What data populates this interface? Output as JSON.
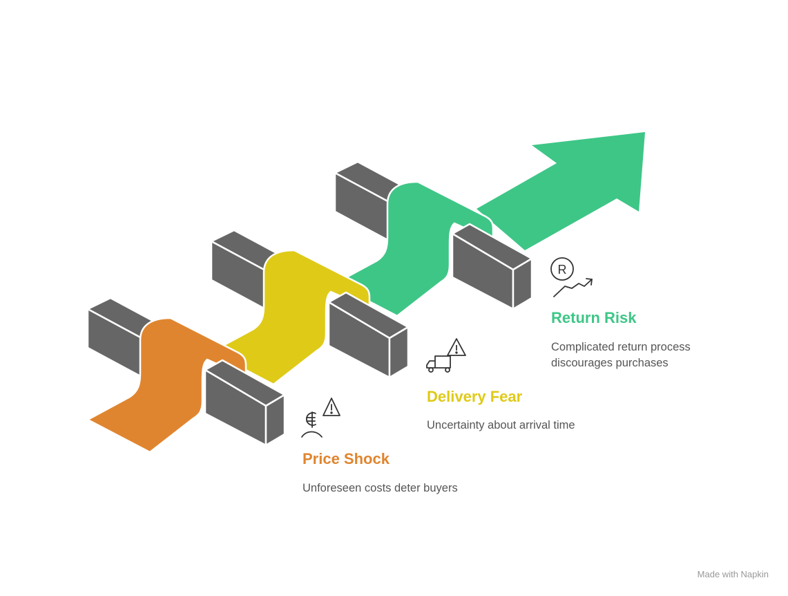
{
  "colors": {
    "price": "#e0852f",
    "delivery": "#dfca18",
    "return": "#3ec687",
    "bar": "#666666"
  },
  "stages": [
    {
      "title": "Price Shock",
      "description": "Unforeseen costs deter buyers",
      "icon": "euro-person-warning-icon"
    },
    {
      "title": "Delivery Fear",
      "description": "Uncertainty about arrival time",
      "icon": "truck-warning-icon"
    },
    {
      "title": "Return Risk",
      "description": "Complicated return process discourages purchases",
      "icon": "registered-trend-icon"
    }
  ],
  "watermark": "Made with Napkin"
}
